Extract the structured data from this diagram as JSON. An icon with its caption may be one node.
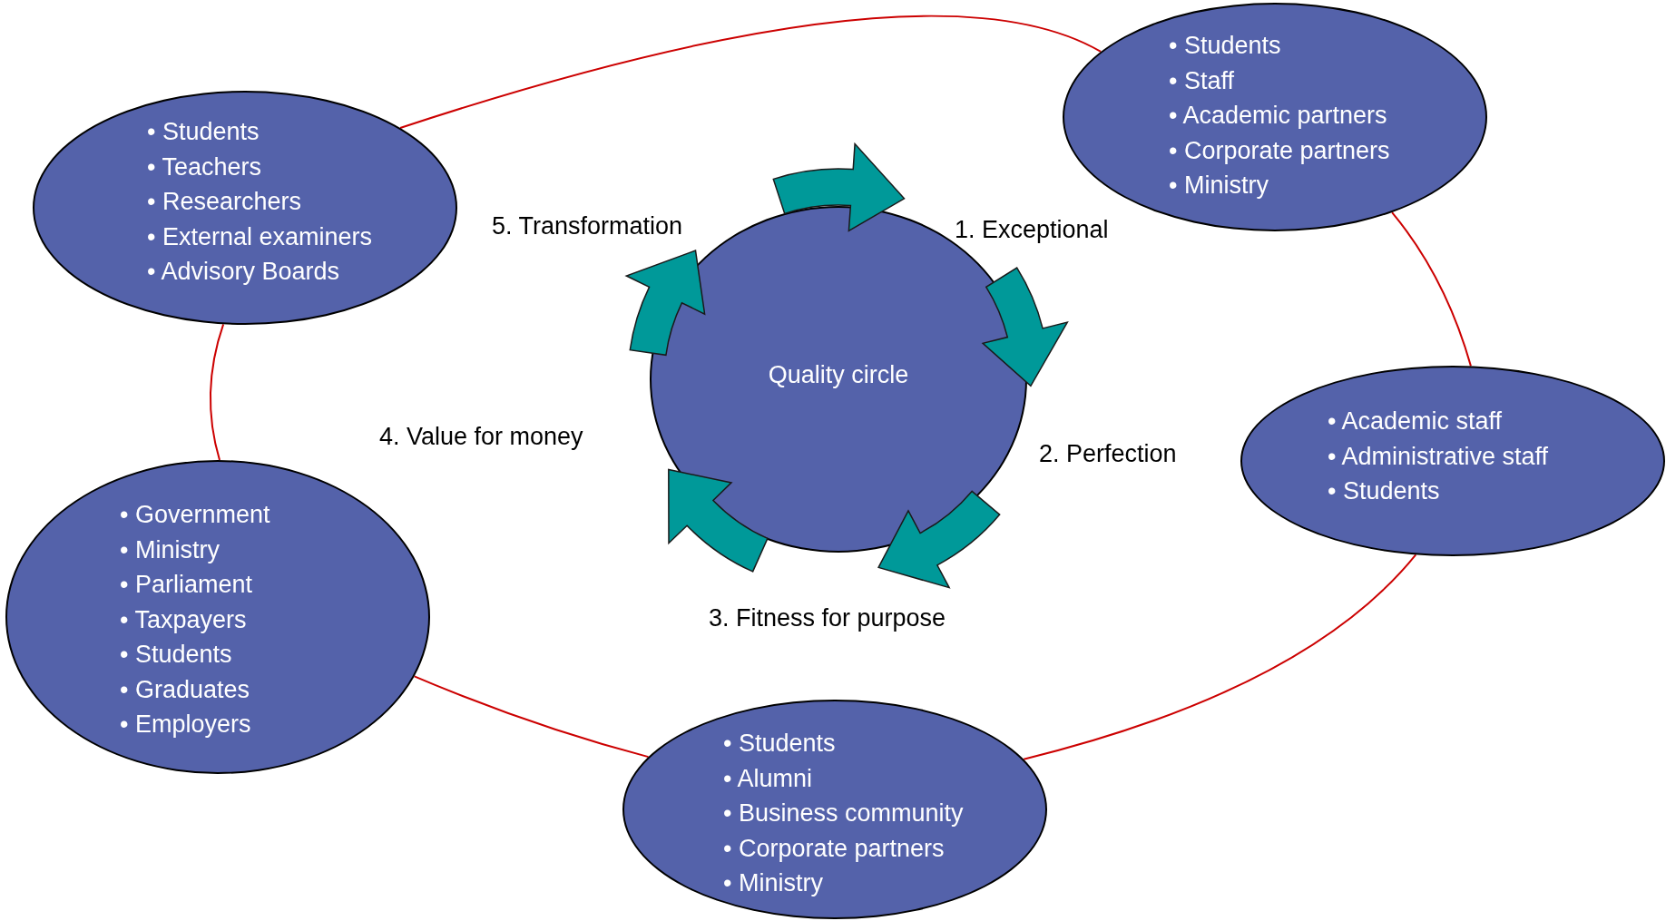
{
  "diagram": {
    "nodes": [
      {
        "text": [
          "• Students",
          "• Teachers",
          "• Researchers",
          "• External examiners",
          "• Advisory Boards"
        ]
      },
      {
        "text": [
          "• Students",
          "• Staff",
          "• Academic partners",
          "• Corporate partners",
          "• Ministry"
        ]
      },
      {
        "text": [
          "Quality circle"
        ]
      },
      {
        "text": [
          "• Academic staff",
          "• Administrative staff",
          "• Students"
        ]
      },
      {
        "text": [
          "• Government",
          "• Ministry",
          "• Parliament",
          "• Taxpayers",
          "• Students",
          "• Graduates",
          "• Employers"
        ]
      },
      {
        "text": [
          "• Students",
          "• Alumni",
          "• Business community",
          "• Corporate partners",
          "• Ministry"
        ]
      }
    ],
    "edges": [
      {
        "from": 0,
        "to": 1,
        "arrow": "none",
        "color": "#cc0000"
      },
      {
        "from": 1,
        "to": 3,
        "arrow": "none",
        "color": "#cc0000"
      },
      {
        "from": 3,
        "to": 5,
        "arrow": "none",
        "color": "#cc0000"
      },
      {
        "from": 5,
        "to": 4,
        "arrow": "none",
        "color": "#cc0000"
      },
      {
        "from": 4,
        "to": 0,
        "arrow": "none",
        "color": "#cc0000"
      }
    ],
    "labels": [
      "5. Transformation",
      "1. Exceptional",
      "4. Value for money",
      "2. Perfection",
      "3. Fitness for purpose"
    ]
  }
}
